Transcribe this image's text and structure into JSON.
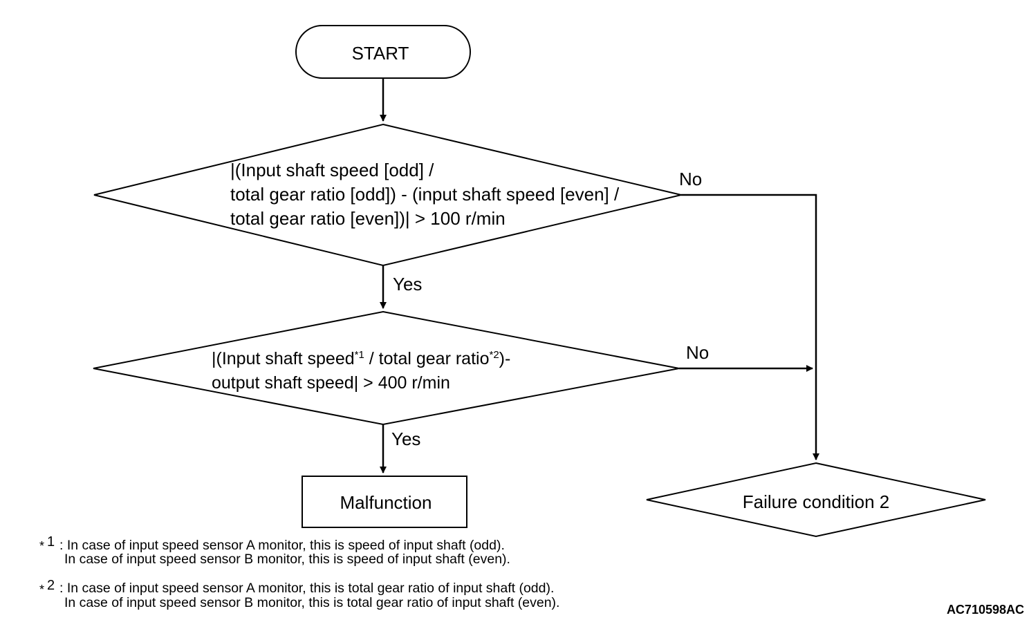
{
  "nodes": {
    "start": "START",
    "decision1": {
      "line1": "|(Input shaft speed [odd] /",
      "line2": "total gear ratio [odd]) - (input shaft speed [even] /",
      "line3": "total gear ratio [even])| > 100 r/min"
    },
    "decision2": {
      "line1_a": "|(Input shaft speed",
      "line1_sup1": "*1",
      "line1_b": " / total gear ratio",
      "line1_sup2": "*2",
      "line1_c": ")-",
      "line2": "output shaft speed| > 400 r/min"
    },
    "malfunction": "Malfunction",
    "failure": "Failure condition 2"
  },
  "edges": {
    "yes1": "Yes",
    "yes2": "Yes",
    "no1": "No",
    "no2": "No"
  },
  "notes": [
    {
      "star": "*",
      "num": "1",
      "line1": ": In case of input speed sensor A monitor, this is speed of input shaft (odd).",
      "line2": "In case of input speed sensor B monitor, this is speed of input shaft (even)."
    },
    {
      "star": "*",
      "num": "2",
      "line1": ": In case of input speed sensor A monitor, this is total gear ratio of input shaft (odd).",
      "line2": "In case of input speed sensor B monitor, this is total gear ratio of input shaft (even)."
    }
  ],
  "figure_code": "AC710598AC"
}
